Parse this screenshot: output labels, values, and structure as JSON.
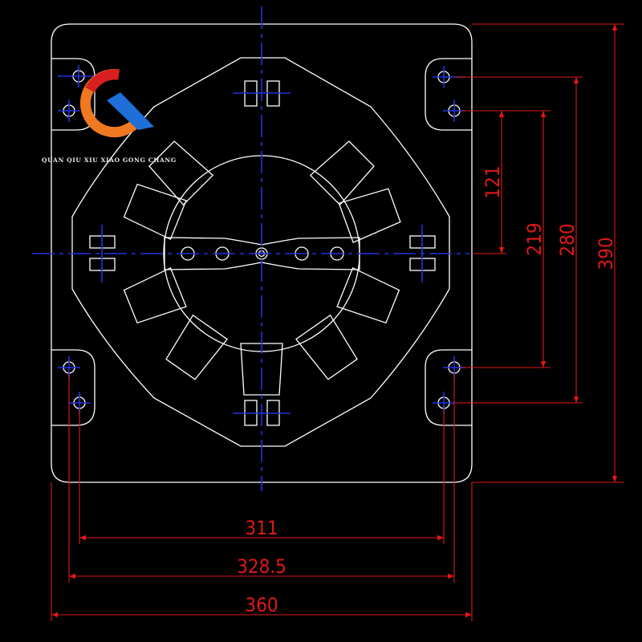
{
  "logo": {
    "letter": "Q",
    "caption": "QUAN QIU XIU XIAO GONG CHANG",
    "colors": {
      "orange": "#f07820",
      "red": "#d81e1e",
      "blue": "#1e6fd8"
    }
  },
  "dimensions": {
    "horizontal": [
      {
        "id": "hole-spacing-inner",
        "value": "311"
      },
      {
        "id": "hole-spacing-outer",
        "value": "328.5"
      },
      {
        "id": "overall-width",
        "value": "360"
      }
    ],
    "vertical": [
      {
        "id": "center-to-hole",
        "value": "121"
      },
      {
        "id": "hole-spacing-inner",
        "value": "219"
      },
      {
        "id": "hole-spacing-outer",
        "value": "280"
      },
      {
        "id": "overall-height",
        "value": "390"
      }
    ]
  },
  "colors": {
    "background": "#000000",
    "outline": "#ffffff",
    "centerline": "#2233dd",
    "dimension": "#e01818"
  }
}
